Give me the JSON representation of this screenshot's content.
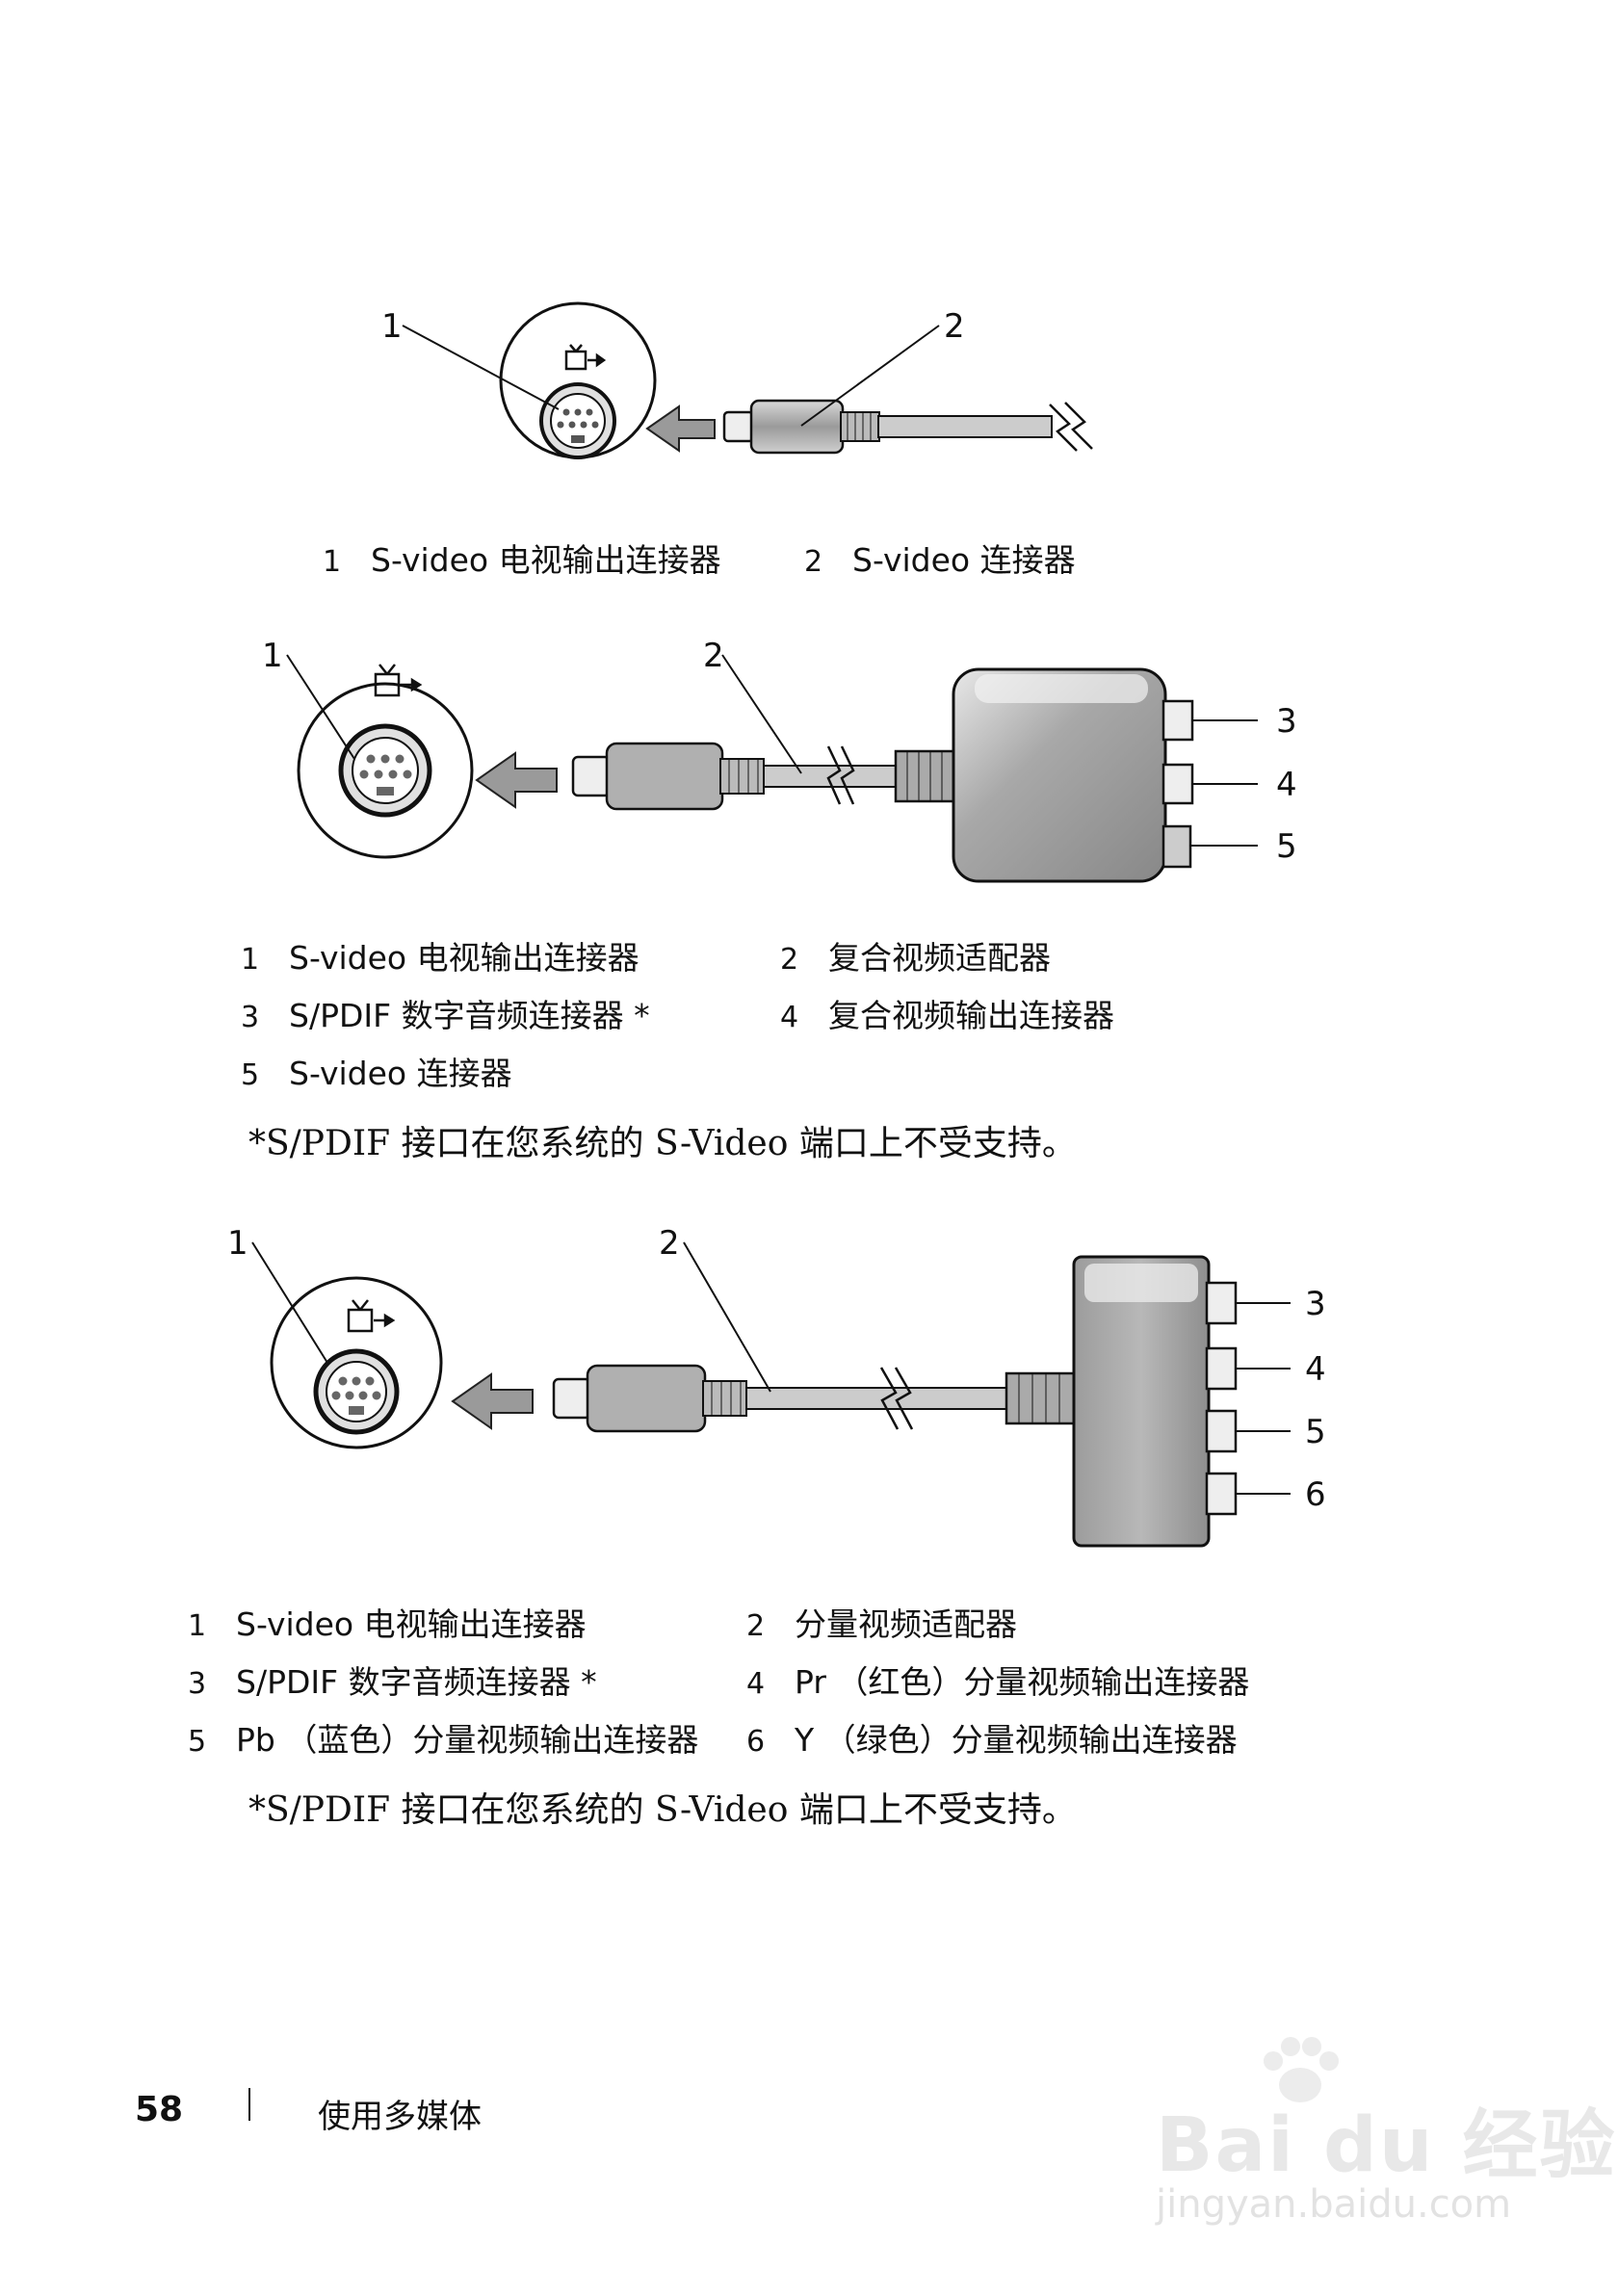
{
  "figure1": {
    "callouts": [
      "1",
      "2"
    ],
    "legend": [
      {
        "num": "1",
        "label": "S-video 电视输出连接器"
      },
      {
        "num": "2",
        "label": "S-video 连接器"
      }
    ]
  },
  "figure2": {
    "callouts": [
      "1",
      "2",
      "3",
      "4",
      "5"
    ],
    "legend": [
      {
        "num": "1",
        "label": "S-video 电视输出连接器"
      },
      {
        "num": "2",
        "label": "复合视频适配器"
      },
      {
        "num": "3",
        "label": "S/PDIF 数字音频连接器 *"
      },
      {
        "num": "4",
        "label": "复合视频输出连接器"
      },
      {
        "num": "5",
        "label": "S-video 连接器"
      }
    ],
    "note": "*S/PDIF 接口在您系统的 S-Video 端口上不受支持。"
  },
  "figure3": {
    "callouts": [
      "1",
      "2",
      "3",
      "4",
      "5",
      "6"
    ],
    "legend": [
      {
        "num": "1",
        "label": "S-video 电视输出连接器"
      },
      {
        "num": "2",
        "label": "分量视频适配器"
      },
      {
        "num": "3",
        "label": "S/PDIF 数字音频连接器 *"
      },
      {
        "num": "4",
        "label": "Pr （红色）分量视频输出连接器"
      },
      {
        "num": "5",
        "label": "Pb （蓝色）分量视频输出连接器"
      },
      {
        "num": "6",
        "label": "Y （绿色）分量视频输出连接器"
      }
    ],
    "note": "*S/PDIF 接口在您系统的 S-Video 端口上不受支持。"
  },
  "footer": {
    "page_number": "58",
    "section_title": "使用多媒体"
  },
  "watermark": {
    "brand": "Bai du 经验",
    "url": "jingyan.baidu.com"
  },
  "icons": [
    "tv-out-icon",
    "left-arrow-icon",
    "svideo-port-icon"
  ]
}
